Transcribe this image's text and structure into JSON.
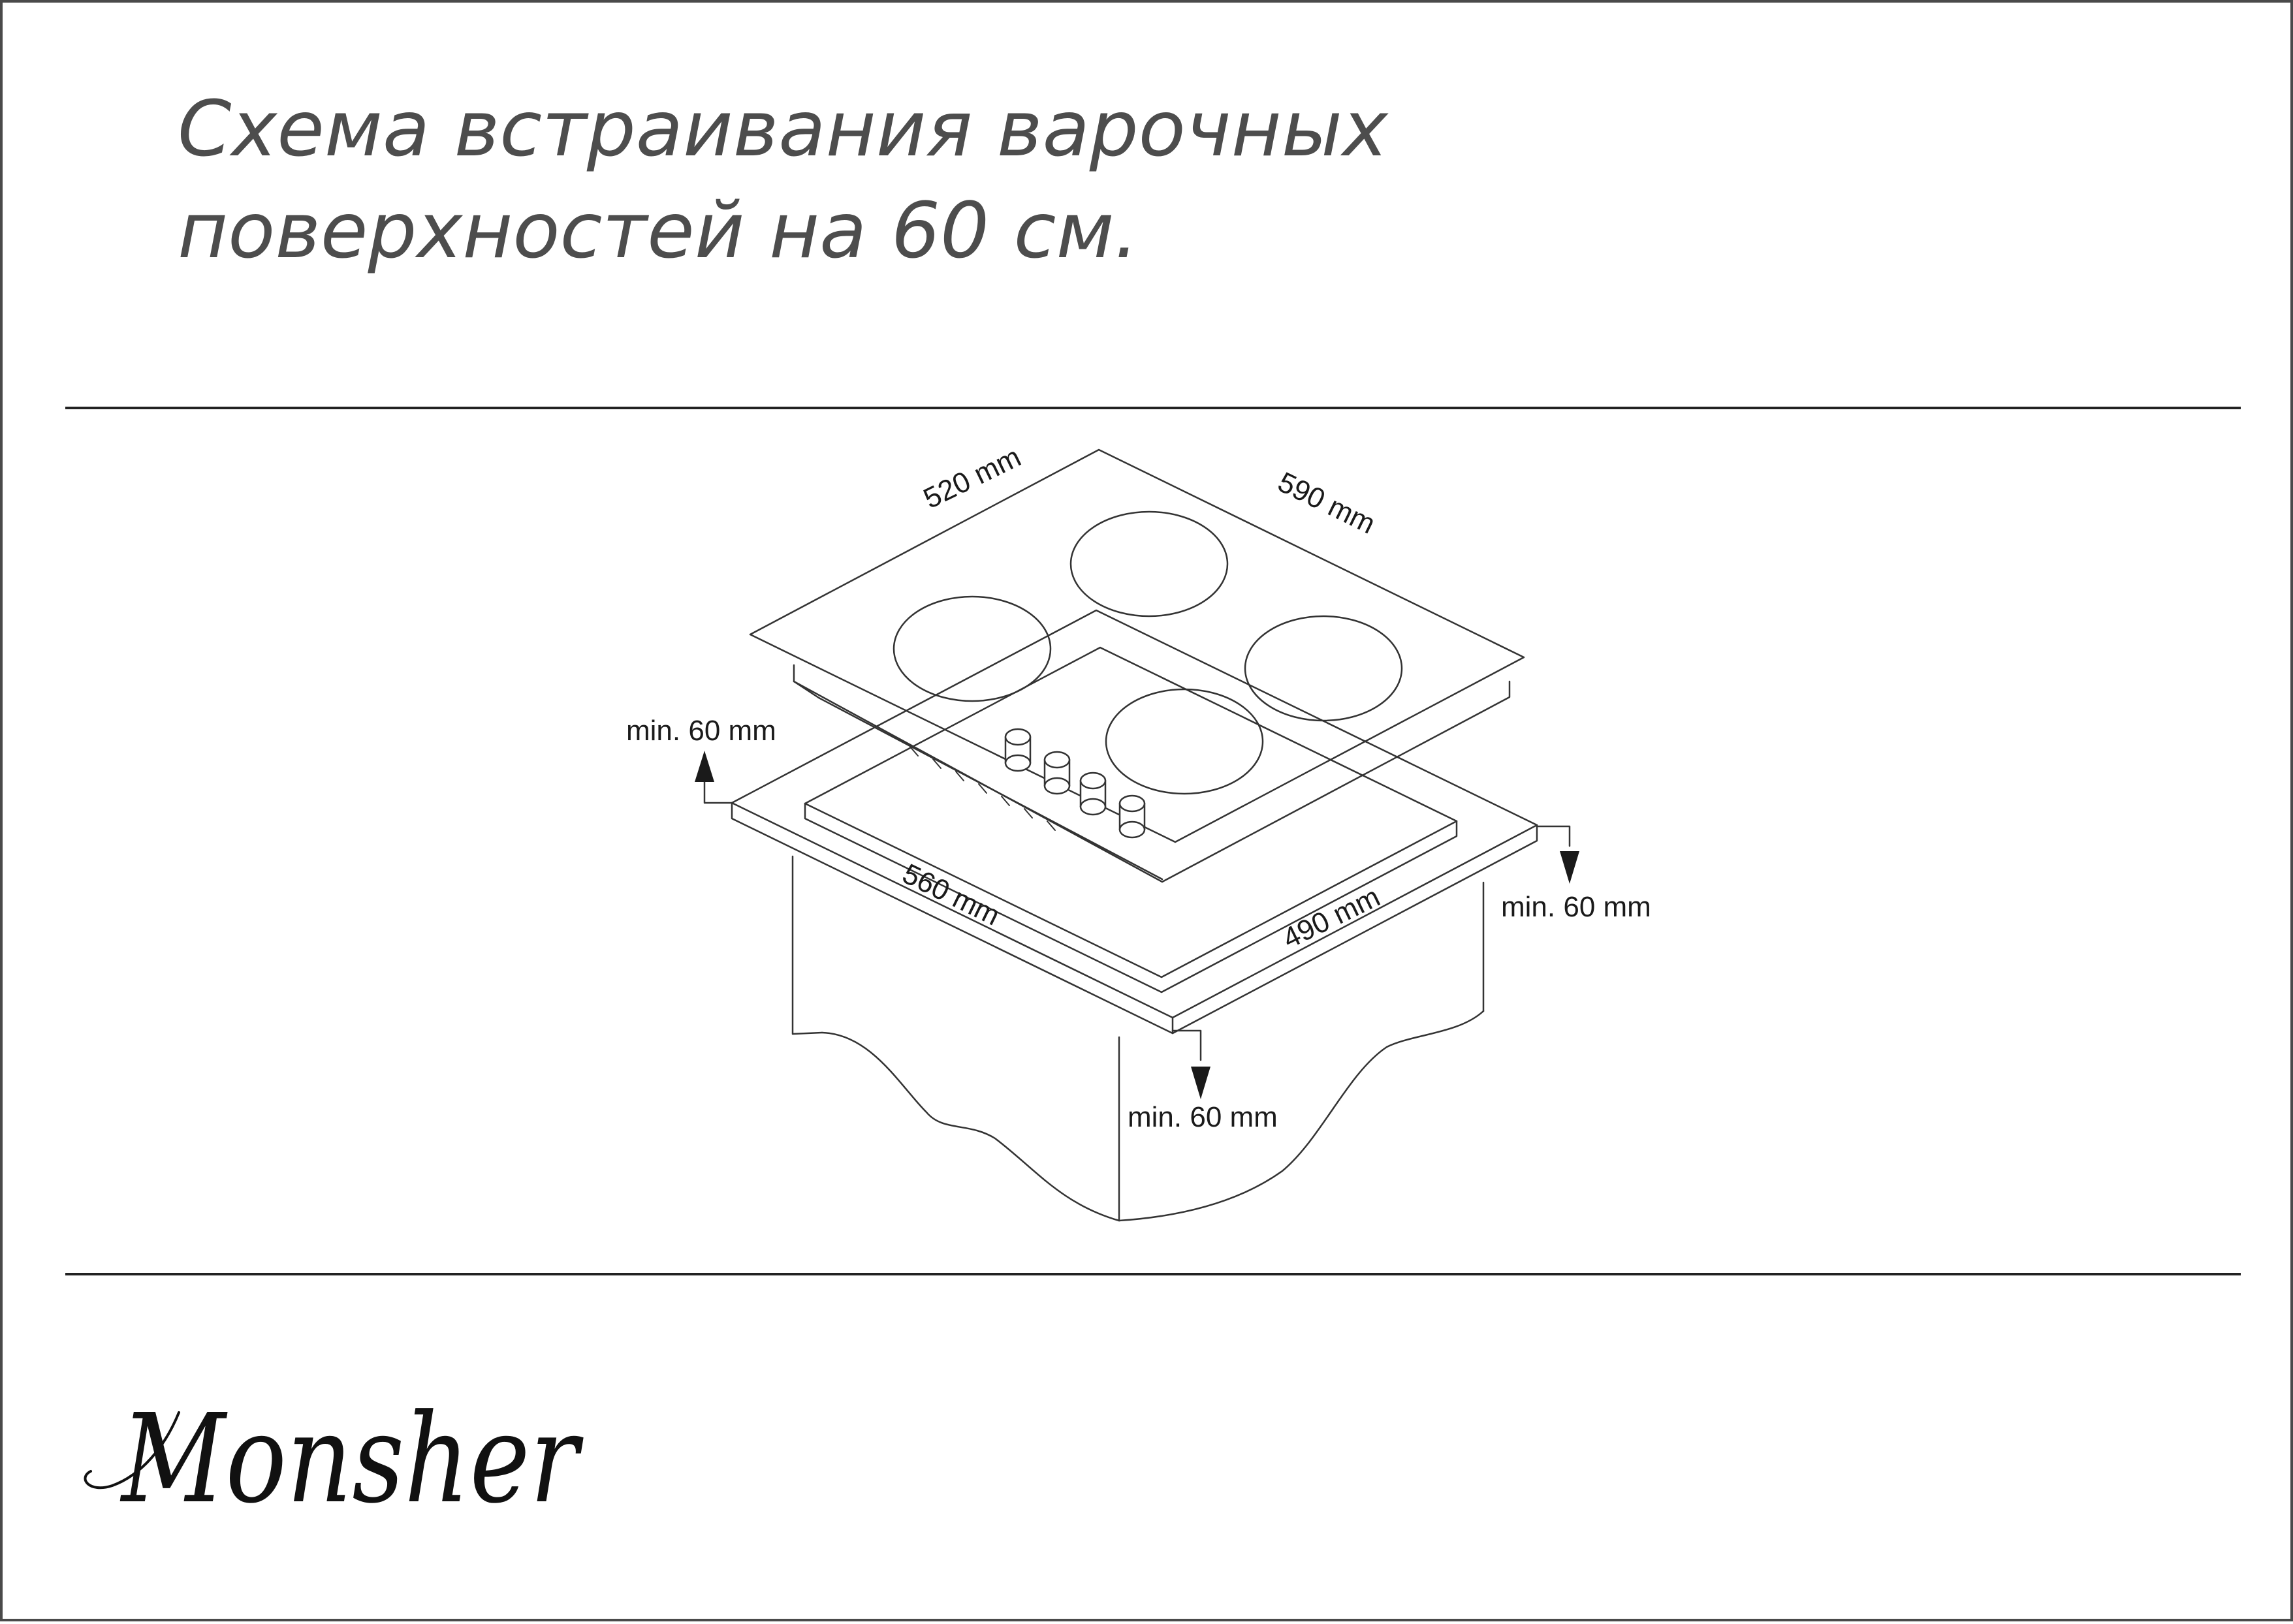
{
  "title": {
    "line1": "Схема встраивания варочных",
    "line2": "поверхностей на 60 см."
  },
  "dimensions": {
    "hob_depth": "520 mm",
    "hob_width": "590 mm",
    "cutout_width": "560 mm",
    "cutout_depth": "490 mm",
    "clearance_back": "min. 60 mm",
    "clearance_side": "min. 60 mm",
    "clearance_front": "min. 60 mm"
  },
  "brand": {
    "logo_text": "Monsher"
  },
  "colors": {
    "title": "#4d4d4d",
    "lines": "#222222",
    "drawing": "#333333"
  }
}
